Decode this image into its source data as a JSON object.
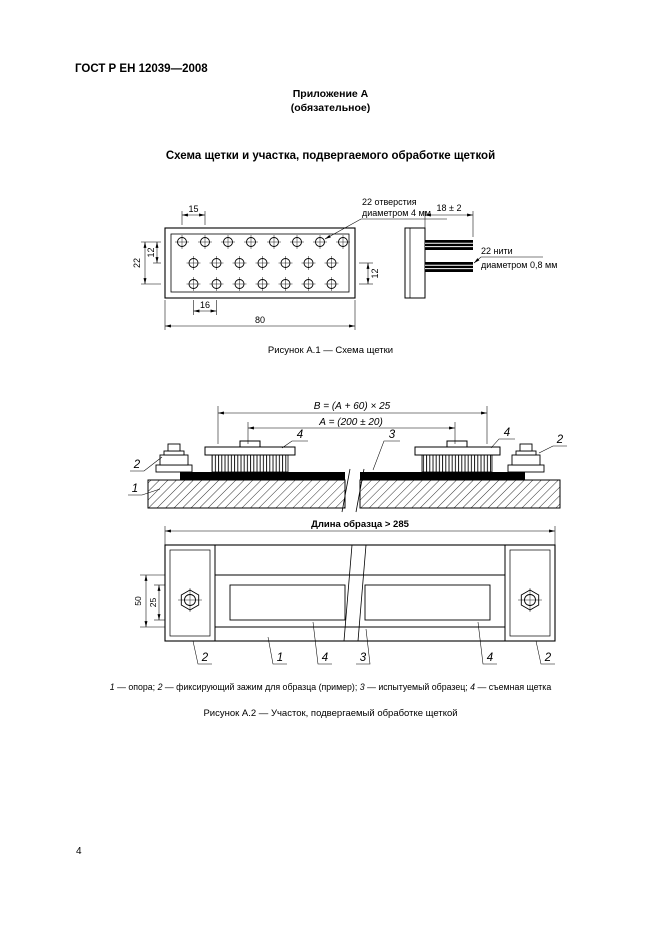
{
  "page": {
    "header": "ГОСТ Р ЕН 12039—2008",
    "appendix": {
      "title": "Приложение А",
      "subtitle": "(обязательное)"
    },
    "section_title": "Схема щетки и участка, подвергаемого обработке щеткой",
    "page_number": "4"
  },
  "fig_a1": {
    "caption": "Рисунок А.1 — Схема щетки",
    "dim_15": "15",
    "dim_22": "22",
    "dim_12_left": "12",
    "dim_12_right": "12",
    "dim_16": "16",
    "dim_80": "80",
    "holes_note_line1": "22 отверстия",
    "holes_note_line2": "диаметром 4 мм",
    "dim_18": "18 ± 2",
    "threads_note_line1": "22 нити",
    "threads_note_line2": "диаметром 0,8 мм"
  },
  "fig_a2": {
    "caption": "Рисунок А.2 — Участок, подвергаемый обработке щеткой",
    "dim_b": "В = (А + 60) × 25",
    "dim_a": "А = (200 ± 20)",
    "dim_length": "Длина образца > 285",
    "dim_50": "50",
    "dim_25": "25",
    "pos_1": "1",
    "pos_2": "2",
    "pos_3": "3",
    "pos_4": "4",
    "legend": [
      {
        "num": "1",
        "text": " — опора; "
      },
      {
        "num": "2",
        "text": " — фиксирующий зажим для образца (пример); "
      },
      {
        "num": "3",
        "text": " — испытуемый образец; "
      },
      {
        "num": "4",
        "text": " — съемная щетка"
      }
    ]
  }
}
